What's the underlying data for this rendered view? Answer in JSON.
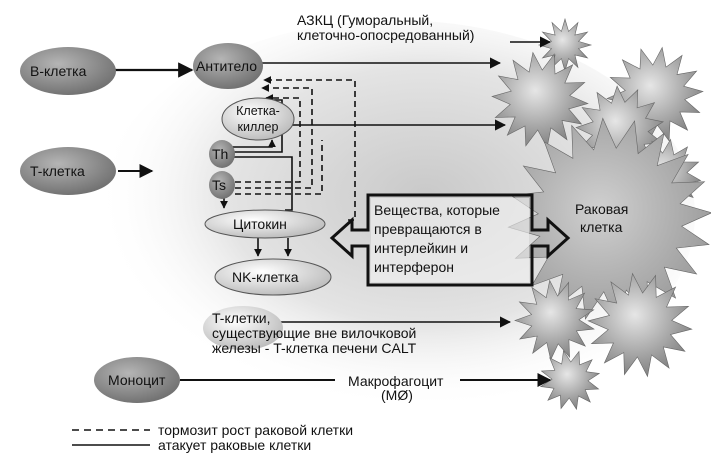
{
  "cells": {
    "b_cell": "B-клетка",
    "t_cell": "T-клетка",
    "antibody": "Антитело",
    "killer_line1": "Клетка-",
    "killer_line2": "киллер",
    "th": "Th",
    "ts": "Ts",
    "cytokine": "Цитокин",
    "nk_cell": "NK-клетка",
    "monocyte": "Моноцит",
    "macrophage_line1": "Макрофагоцит",
    "macrophage_line2": "(MØ)",
    "cancer_line1": "Раковая",
    "cancer_line2": "клетка"
  },
  "adcc": {
    "line1": "АЗКЦ (Гуморальный,",
    "line2": "клеточно-опосредованный)"
  },
  "substances": {
    "line1": "Вещества, которые",
    "line2": "превращаются в",
    "line3": "интерлейкин и",
    "line4": "интерферон"
  },
  "extrathymic": {
    "line1": "T-клетки,",
    "line2": "существующие вне  вилочковой",
    "line3": "железы - T-клетка печени CALT"
  },
  "legend": {
    "dashed": "тормозит рост раковой клетки",
    "solid": "атакует раковые клетки"
  },
  "colors": {
    "cell_fill": "#8c8c8c",
    "light_fill": "#d2d2d2",
    "cancer_fill": "#a8a8a8",
    "halo": "#e2e2e2",
    "line": "#111111"
  }
}
